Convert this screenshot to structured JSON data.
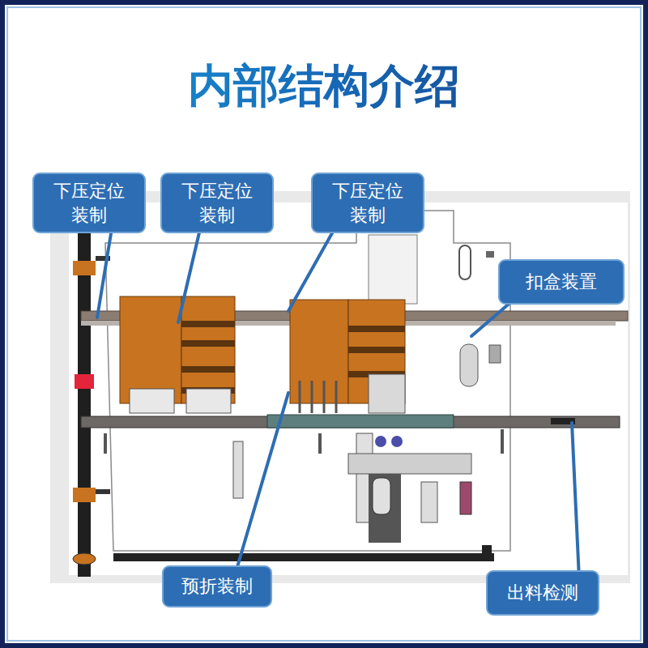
{
  "diagram": {
    "title": "内部结构介绍",
    "nodes": [
      {
        "text": [
          "下压定位 装制"
        ]
      },
      {
        "text": [
          "下压定位 装制"
        ]
      },
      {
        "text": [
          "下压定位 装制"
        ]
      },
      {
        "text": [
          "扣盒装置"
        ]
      },
      {
        "text": [
          "预折装制"
        ]
      },
      {
        "text": [
          "出料检测"
        ]
      }
    ]
  }
}
